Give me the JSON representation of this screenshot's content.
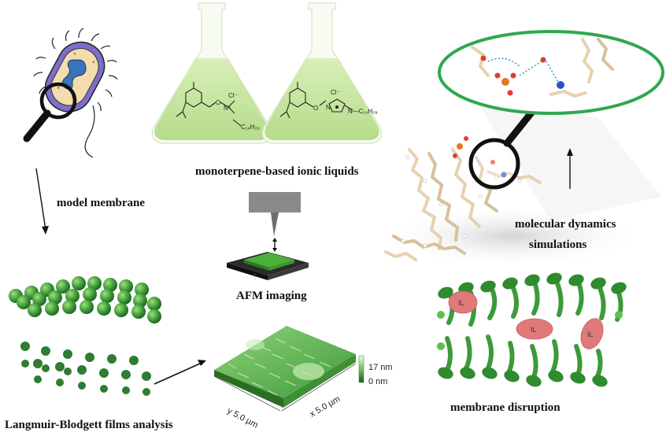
{
  "labels": {
    "model_membrane": "model membrane",
    "ionic_liquids": "monoterpene-based ionic liquids",
    "afm_imaging": "AFM imaging",
    "md_line1": "molecular dynamics",
    "md_line2": "simulations",
    "langmuir": "Langmuir-Blodgett films analysis",
    "disruption": "membrane disruption"
  },
  "afm_scale": {
    "z_max": "17 nm",
    "z_min": "0 nm",
    "y_axis": "y 5.0 µm",
    "x_axis": "x 5.0 µm"
  },
  "chem_left": {
    "anion": "Cl⁻",
    "cation": "N⁺",
    "chain": "C₁₄H₂₉"
  },
  "chem_right": {
    "anion": "Cl⁻",
    "cation": "N",
    "chain": "N—C₁₄H₂₉"
  },
  "ionic_liquid_tags": [
    "IL",
    "IL",
    "IL"
  ],
  "colors": {
    "flask_liquid": "#c6e6a0",
    "membrane_green": "#3c9a3a",
    "il_red": "#e07a7a",
    "md_ellipse": "#2fa84f"
  }
}
